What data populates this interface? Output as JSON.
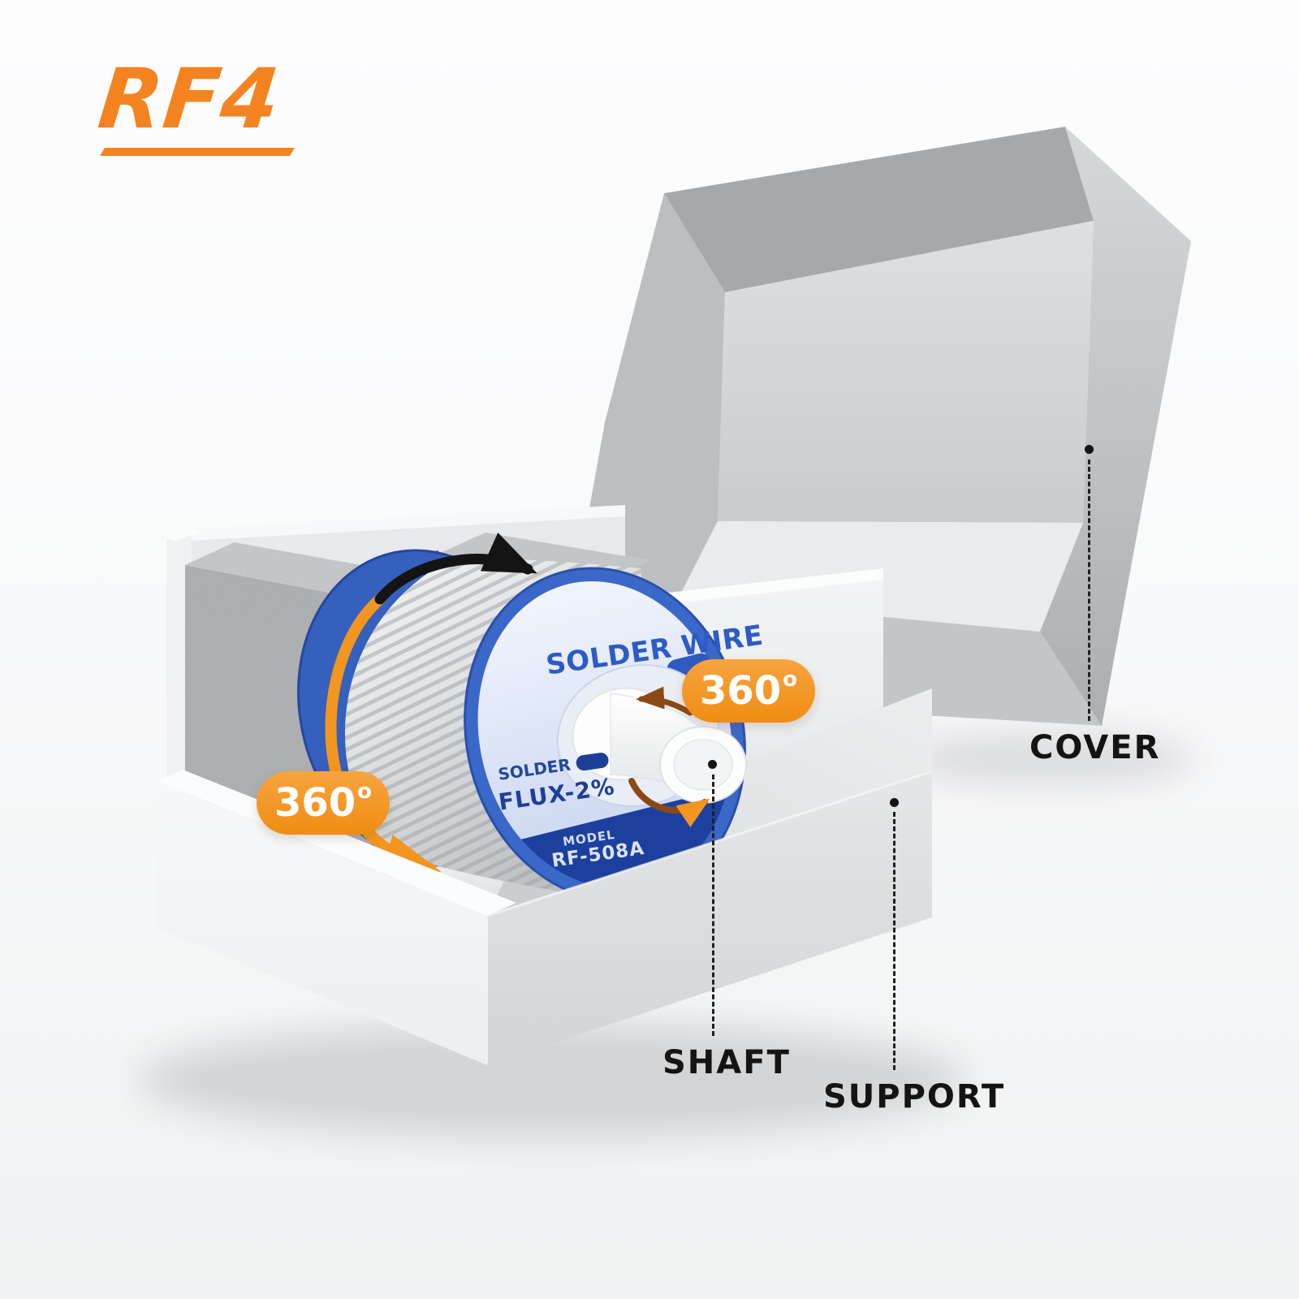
{
  "logo": {
    "text": "RF4"
  },
  "spool_label": {
    "title": "SOLDER WIRE",
    "sub_brand": "SOLDER",
    "flux": "FLUX-2%",
    "model_label": "MODEL",
    "model_value": "RF-508A"
  },
  "rotation_badges": [
    {
      "value": "360",
      "degree": "o"
    },
    {
      "value": "360",
      "degree": "o"
    }
  ],
  "callouts": {
    "cover": "COVER",
    "shaft": "SHAFT",
    "support": "SUPPORT"
  },
  "colors": {
    "accent_orange": "#f5831f",
    "spool_blue": "#3a68c9",
    "box_gray": "#d5d8d9"
  }
}
